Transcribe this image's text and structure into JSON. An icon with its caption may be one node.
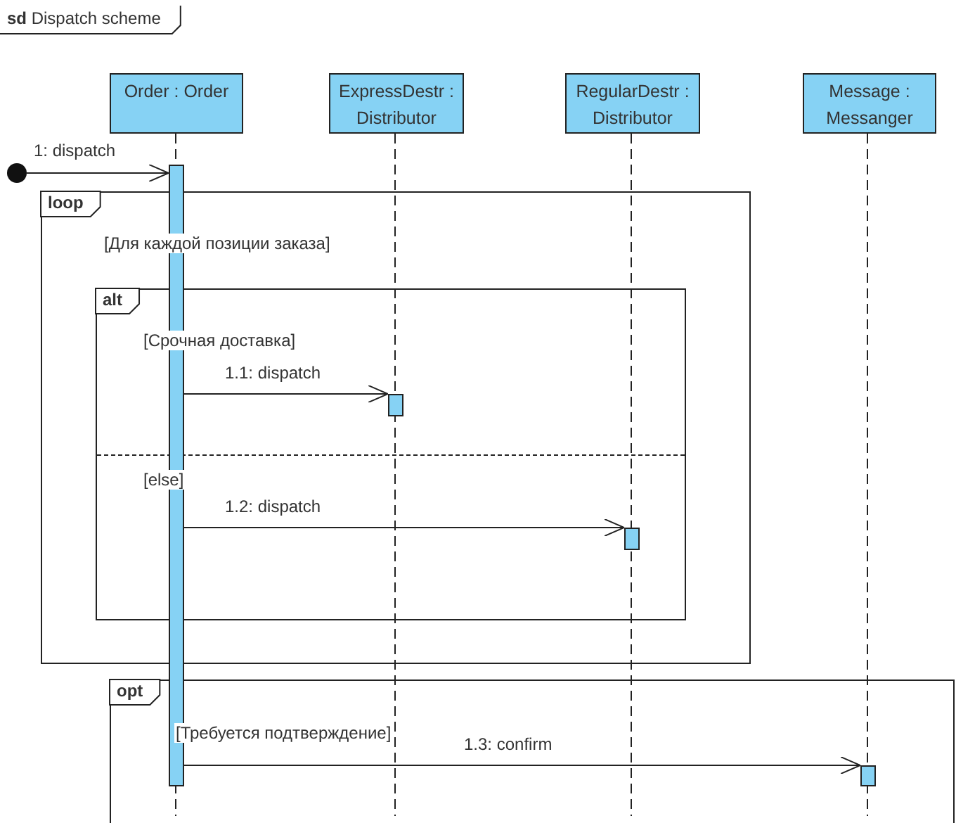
{
  "diagram": {
    "title": "**sd** Dispatch scheme",
    "nodes": [
      {
        "text": [
          "Order : Order"
        ]
      },
      {
        "text": [
          "ExpressDestr : Distributor"
        ]
      },
      {
        "text": [
          "RegularDestr : Distributor"
        ]
      },
      {
        "text": [
          "Message : Messanger"
        ]
      },
      {
        "text": [],
        "shape": "circle"
      },
      {
        "text": [],
        "shape": "bar"
      },
      {
        "text": [
          "loop",
          "[Для каждой позиции заказа]"
        ]
      },
      {
        "text": [
          "alt",
          "[Срочная доставка]",
          "[else]"
        ],
        "in": 6
      },
      {
        "text": [],
        "shape": "bar",
        "in": 7
      },
      {
        "text": [],
        "shape": "bar",
        "in": 7
      },
      {
        "text": [
          "opt",
          "[Требуется подтверждение]"
        ]
      },
      {
        "text": [],
        "shape": "bar",
        "in": 10
      }
    ],
    "edges": [
      {
        "from": 4,
        "to": 5,
        "arrow": "to",
        "label": "1: dispatch"
      },
      {
        "from": 5,
        "to": 8,
        "arrow": "to",
        "label": "1.1: dispatch"
      },
      {
        "from": 5,
        "to": 9,
        "arrow": "to",
        "label": "1.2: dispatch"
      },
      {
        "from": 5,
        "to": 11,
        "arrow": "to",
        "label": "1.3: confirm"
      }
    ]
  }
}
